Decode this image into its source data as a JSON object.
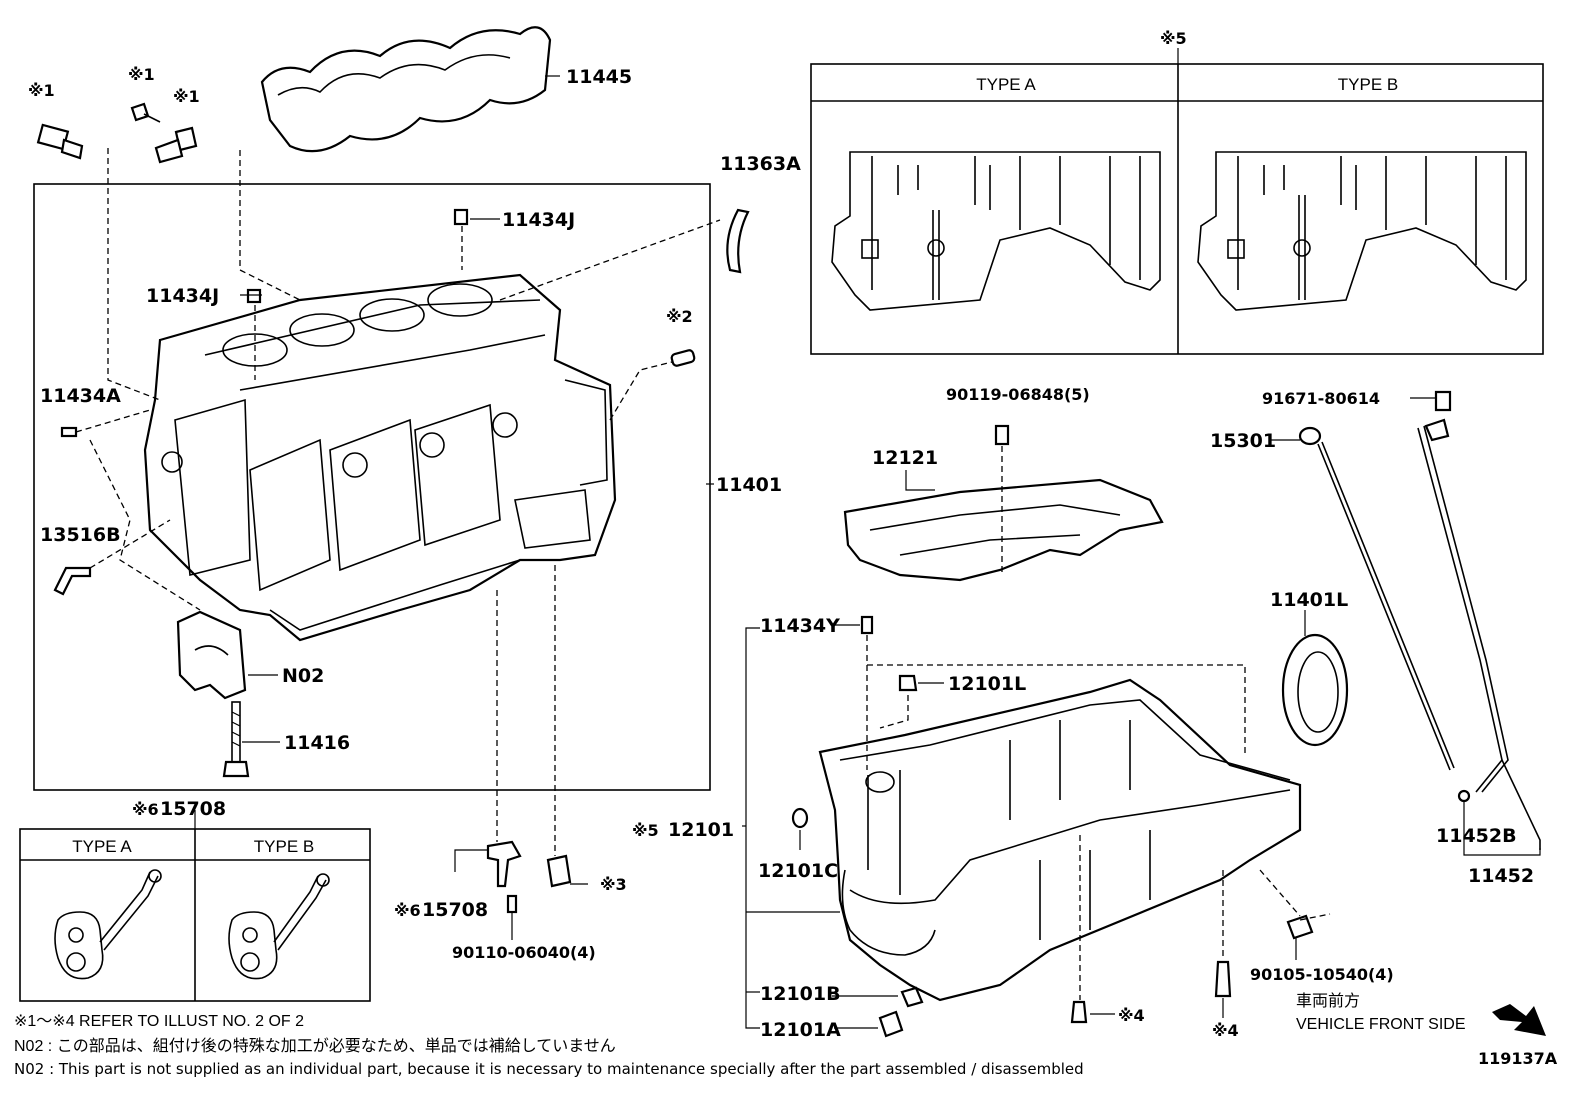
{
  "diagram_id": "119137A",
  "parts": {
    "p11445": "11445",
    "p11363A": "11363A",
    "p11434J_top": "11434J",
    "p11434J_left": "11434J",
    "p11434A": "11434A",
    "p13516B": "13516B",
    "p11401": "11401",
    "pN02": "N02",
    "p11416": "11416",
    "p15708_header": "15708",
    "p15708_lower": "15708",
    "p90110": "90110-06040(4)",
    "p90119": "90119-06848(5)",
    "p12121": "12121",
    "p91671": "91671-80614",
    "p15301": "15301",
    "p11401L": "11401L",
    "p11434Y": "11434Y",
    "p12101L": "12101L",
    "p12101": "12101",
    "p12101C": "12101C",
    "p12101B": "12101B",
    "p12101A": "12101A",
    "p11452B": "11452B",
    "p11452": "11452",
    "p90105": "90105-10540(4)"
  },
  "marks": {
    "m1a": "※1",
    "m1b": "※1",
    "m1c": "※1",
    "m2": "※2",
    "m3": "※3",
    "m4a": "※4",
    "m4b": "※4",
    "m5_box": "※5",
    "m5_pan": "※5",
    "m6_header": "※6",
    "m6_lower": "※6"
  },
  "types": {
    "type_a": "TYPE A",
    "type_b": "TYPE B"
  },
  "orientation": {
    "jp": "車両前方",
    "en": "VEHICLE FRONT SIDE"
  },
  "notes": {
    "refer": "※1～※4  REFER TO ILLUST NO. 2 OF 2",
    "n02_jp": "N02 : この部品は、組付け後の特殊な加工が必要なため、単品では補給していません",
    "n02_en": "N02 : This part is not supplied as an individual part, because it is necessary to maintenance specially after the part assembled / disassembled"
  }
}
